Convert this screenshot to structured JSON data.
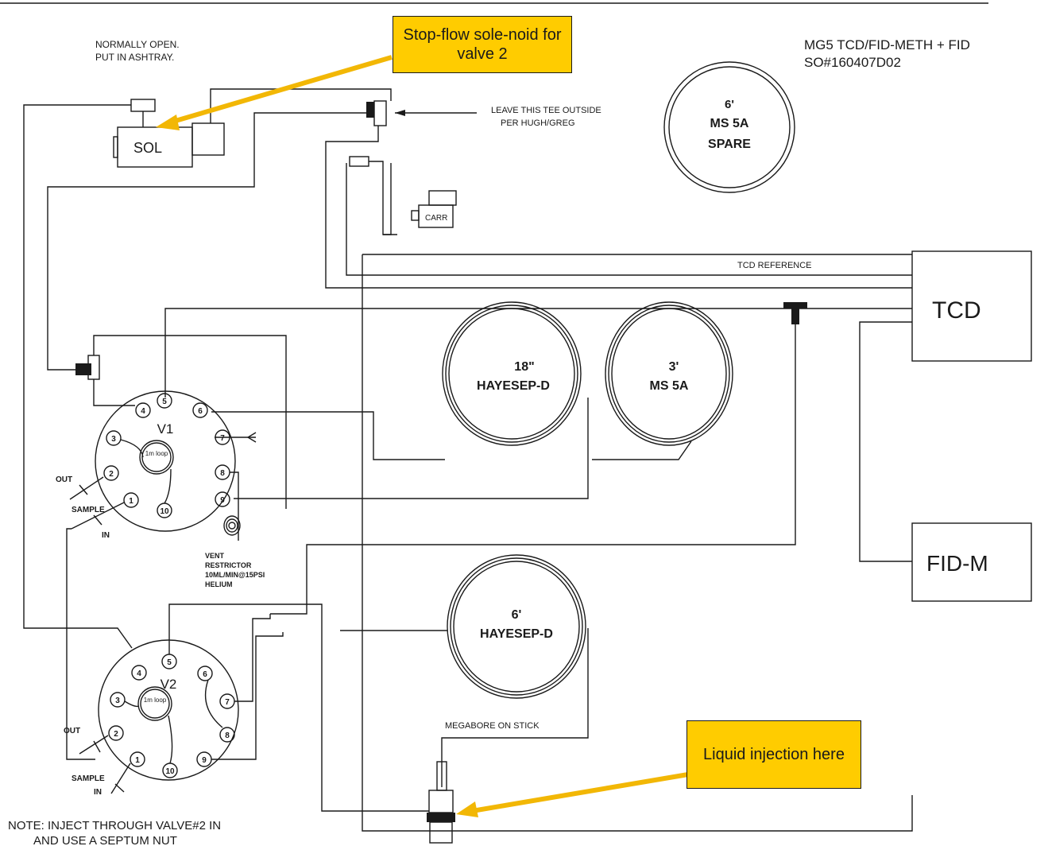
{
  "header": {
    "title_line1": "MG5 TCD/FID-METH + FID",
    "title_line2": "SO#160407D02"
  },
  "callouts": {
    "stop_flow": "Stop-flow sole-noid for valve 2",
    "liquid_injection": "Liquid injection here"
  },
  "notes": {
    "normally_open_1": "NORMALLY OPEN.",
    "normally_open_2": "PUT IN ASHTRAY.",
    "tee_outside_1": "LEAVE THIS TEE OUTSIDE",
    "tee_outside_2": "PER HUGH/GREG",
    "tcd_reference": "TCD REFERENCE",
    "megabore": "MEGABORE ON STICK",
    "vent_1": "VENT",
    "vent_2": "RESTRICTOR",
    "vent_3": "10ML/MIN@15PSI",
    "vent_4": "HELIUM",
    "inject_note_1": "NOTE: INJECT THROUGH VALVE#2 IN",
    "inject_note_2": "AND USE A SEPTUM NUT"
  },
  "components": {
    "sol": "SOL",
    "carr": "CARR",
    "tcd": "TCD",
    "fid": "FID-M"
  },
  "columns": {
    "spare_1": "6'",
    "spare_2": "MS 5A",
    "spare_3": "SPARE",
    "hayesep18_1": "18\"",
    "hayesep18_2": "HAYESEP-D",
    "ms5a_1": "3'",
    "ms5a_2": "MS 5A",
    "hayesep6_1": "6'",
    "hayesep6_2": "HAYESEP-D"
  },
  "valves": {
    "v1": {
      "label": "V1",
      "loop": "1m loop",
      "ports": [
        "1",
        "2",
        "3",
        "4",
        "5",
        "6",
        "7",
        "8",
        "9",
        "10"
      ]
    },
    "v2": {
      "label": "V2",
      "loop": "1m loop",
      "ports": [
        "1",
        "2",
        "3",
        "4",
        "5",
        "6",
        "7",
        "8",
        "9",
        "10"
      ]
    }
  },
  "sample_labels": {
    "out": "OUT",
    "sample": "SAMPLE",
    "in": "IN"
  },
  "colors": {
    "callout_fill": "#ffcc00",
    "arrow": "#f2b705",
    "line": "#1a1a1a"
  }
}
